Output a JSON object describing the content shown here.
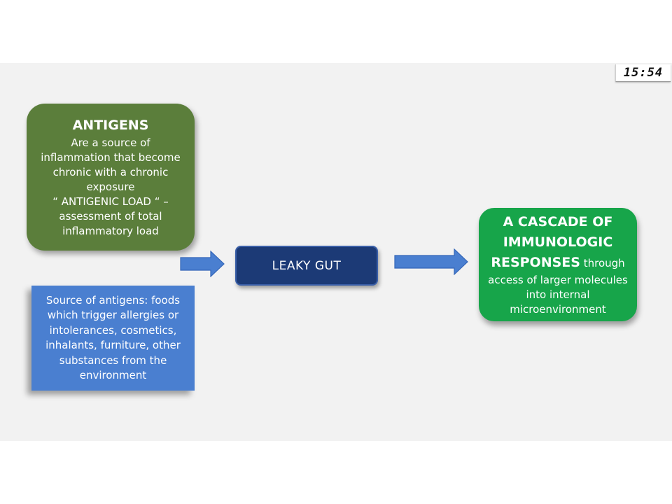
{
  "clock": {
    "time": "15:54"
  },
  "antigens_box": {
    "title": "ANTIGENS",
    "lines": [
      "Are a source of",
      "inflammation that become",
      "chronic with a chronic",
      "exposure",
      "“ ANTIGENIC LOAD “ –",
      "assessment of total",
      "inflammatory load"
    ]
  },
  "source_box": {
    "lines": [
      "Source of antigens: foods",
      "which trigger allergies or",
      "intolerances, cosmetics,",
      "inhalants, furniture, other",
      "substances from the",
      "environment"
    ]
  },
  "leaky_gut_box": {
    "label": "LEAKY GUT"
  },
  "cascade_box": {
    "bold_lines": [
      "A CASCADE OF",
      "IMMUNOLOGIC",
      "RESPONSES"
    ],
    "inline_suffix": " through",
    "lines": [
      "access of larger molecules",
      "into internal",
      "microenvironment"
    ]
  },
  "colors": {
    "antigens": "#5b7e3b",
    "source": "#4a7fd0",
    "leaky_gut": "#1c3a76",
    "cascade": "#17a54a",
    "arrow": "#4a7fd0"
  }
}
